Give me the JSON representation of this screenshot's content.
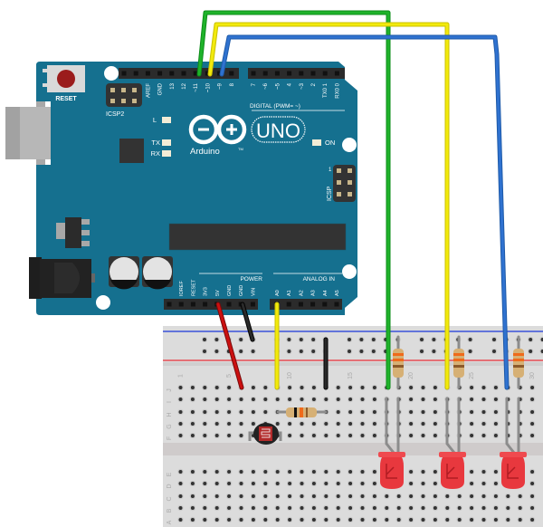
{
  "colors": {
    "board": "#15708f",
    "board_dark": "#0f5f7a",
    "header": "#2b2b2b",
    "breadboard": "#dcdcdc",
    "breadboard_gap": "#cfcccc",
    "rail_blue": "#1a36d8",
    "rail_red": "#e8303a",
    "wire_green": "#1fb32a",
    "wire_yellow": "#f2ea0c",
    "wire_blue": "#2f72d0",
    "wire_red": "#cc1010",
    "wire_black": "#222222",
    "led_red": "#e8383e"
  },
  "board": {
    "name": "Arduino",
    "model": "UNO",
    "trademark": "TM",
    "reset_label": "RESET",
    "icsp2_label": "ICSP2",
    "icsp_label": "ICSP",
    "icsp_pin1": "1",
    "led_labels": [
      "L",
      "TX",
      "RX"
    ],
    "on_label": "ON",
    "digital_label": "DIGITAL (PWM= ~)",
    "digital_pins": [
      "AREF",
      "GND",
      "13",
      "12",
      "~11",
      "~10",
      "~9",
      "8",
      "7",
      "~6",
      "~5",
      "4",
      "~3",
      "2",
      "TX0 1",
      "RX0 0"
    ],
    "power_label": "POWER",
    "power_pins": [
      "IOREF",
      "RESET",
      "3V3",
      "5V",
      "GND",
      "GND",
      "VIN"
    ],
    "analog_label": "ANALOG IN",
    "analog_pins": [
      "A0",
      "A1",
      "A2",
      "A3",
      "A4",
      "A5"
    ]
  },
  "breadboard": {
    "row_letters_top": [
      "J",
      "I",
      "H",
      "G",
      "F"
    ],
    "row_letters_bottom": [
      "E",
      "D",
      "C",
      "B",
      "A"
    ],
    "column_numbers": [
      "1",
      "5",
      "10",
      "15",
      "20",
      "25",
      "30"
    ]
  },
  "components": [
    {
      "type": "photoresistor",
      "name": "LDR"
    },
    {
      "type": "resistor",
      "name": "LDR pull-down resistor"
    },
    {
      "type": "resistor",
      "name": "LED resistor 1"
    },
    {
      "type": "resistor",
      "name": "LED resistor 2"
    },
    {
      "type": "resistor",
      "name": "LED resistor 3"
    },
    {
      "type": "led",
      "color": "red",
      "name": "LED 1"
    },
    {
      "type": "led",
      "color": "red",
      "name": "LED 2"
    },
    {
      "type": "led",
      "color": "red",
      "name": "LED 3"
    }
  ],
  "wires": [
    {
      "color": "green",
      "from": "~11",
      "to": "LED 1"
    },
    {
      "color": "yellow",
      "from": "~10",
      "to": "LED 2"
    },
    {
      "color": "blue",
      "from": "~9",
      "to": "LED 3"
    },
    {
      "color": "red",
      "from": "5V",
      "to": "breadboard"
    },
    {
      "color": "black",
      "from": "GND",
      "to": "ground rail"
    },
    {
      "color": "yellow",
      "from": "A0",
      "to": "breadboard"
    }
  ]
}
